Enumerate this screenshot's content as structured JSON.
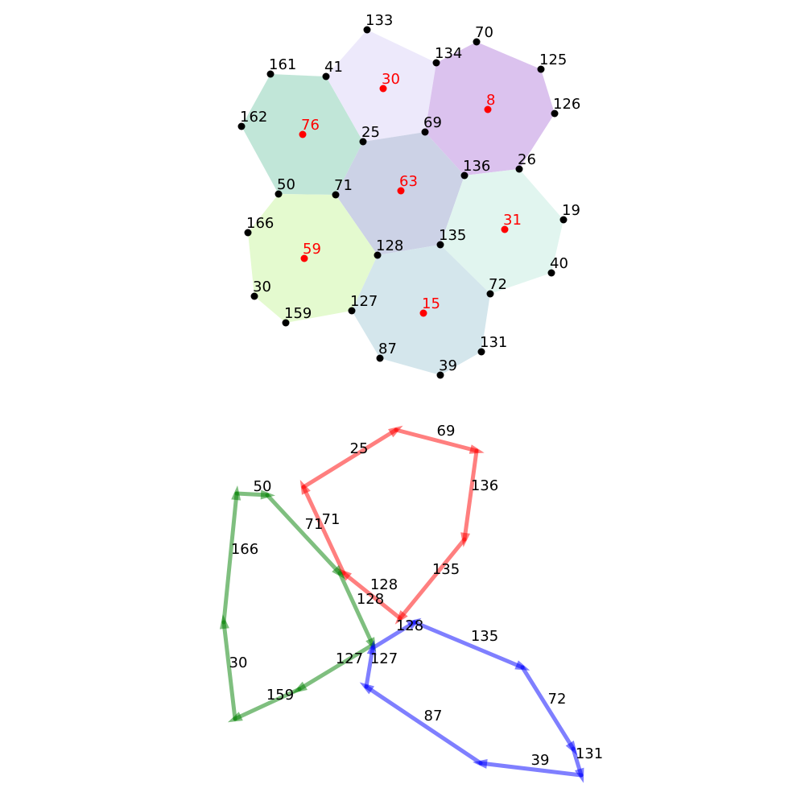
{
  "colors": {
    "vertex": "#000000",
    "center": "#ff0000",
    "face_76": "#c1e6d8",
    "face_30": "#ede9fb",
    "face_8": "#dbc2ee",
    "face_63": "#ccd2e6",
    "face_59": "#e4facf",
    "face_31": "#e1f5ef",
    "face_15": "#d4e6ec",
    "path_red": "#ff0000",
    "path_green": "#008000",
    "path_blue": "#0000ff"
  },
  "faces": [
    {
      "label": "76",
      "vertices": [
        "161",
        "41",
        "25",
        "71",
        "50",
        "162"
      ]
    },
    {
      "label": "30",
      "vertices": [
        "41",
        "133",
        "134",
        "69",
        "25"
      ]
    },
    {
      "label": "8",
      "vertices": [
        "134",
        "70",
        "125",
        "126",
        "26",
        "136",
        "69"
      ]
    },
    {
      "label": "63",
      "vertices": [
        "25",
        "69",
        "136",
        "135",
        "128",
        "71"
      ]
    },
    {
      "label": "59",
      "vertices": [
        "50",
        "71",
        "128",
        "127",
        "159",
        "30",
        "166"
      ]
    },
    {
      "label": "31",
      "vertices": [
        "136",
        "26",
        "19",
        "40",
        "72",
        "135"
      ]
    },
    {
      "label": "15",
      "vertices": [
        "128",
        "135",
        "72",
        "131",
        "39",
        "87",
        "127"
      ]
    }
  ],
  "vertex_labels": [
    "133",
    "70",
    "134",
    "161",
    "41",
    "125",
    "30",
    "8",
    "126",
    "162",
    "76",
    "25",
    "69",
    "26",
    "136",
    "50",
    "71",
    "63",
    "19",
    "166",
    "31",
    "59",
    "128",
    "135",
    "40",
    "30",
    "72",
    "127",
    "15",
    "159",
    "87",
    "131",
    "39"
  ],
  "paths": [
    {
      "color": "red",
      "edges": [
        "25",
        "69",
        "136",
        "135",
        "128",
        "71"
      ]
    },
    {
      "color": "green",
      "edges": [
        "50",
        "128",
        "127",
        "159",
        "30",
        "166"
      ],
      "extra_labels": [
        "71"
      ]
    },
    {
      "color": "blue",
      "edges": [
        "135",
        "72",
        "131",
        "39",
        "87",
        "127"
      ],
      "extra_labels": [
        "128"
      ]
    }
  ]
}
